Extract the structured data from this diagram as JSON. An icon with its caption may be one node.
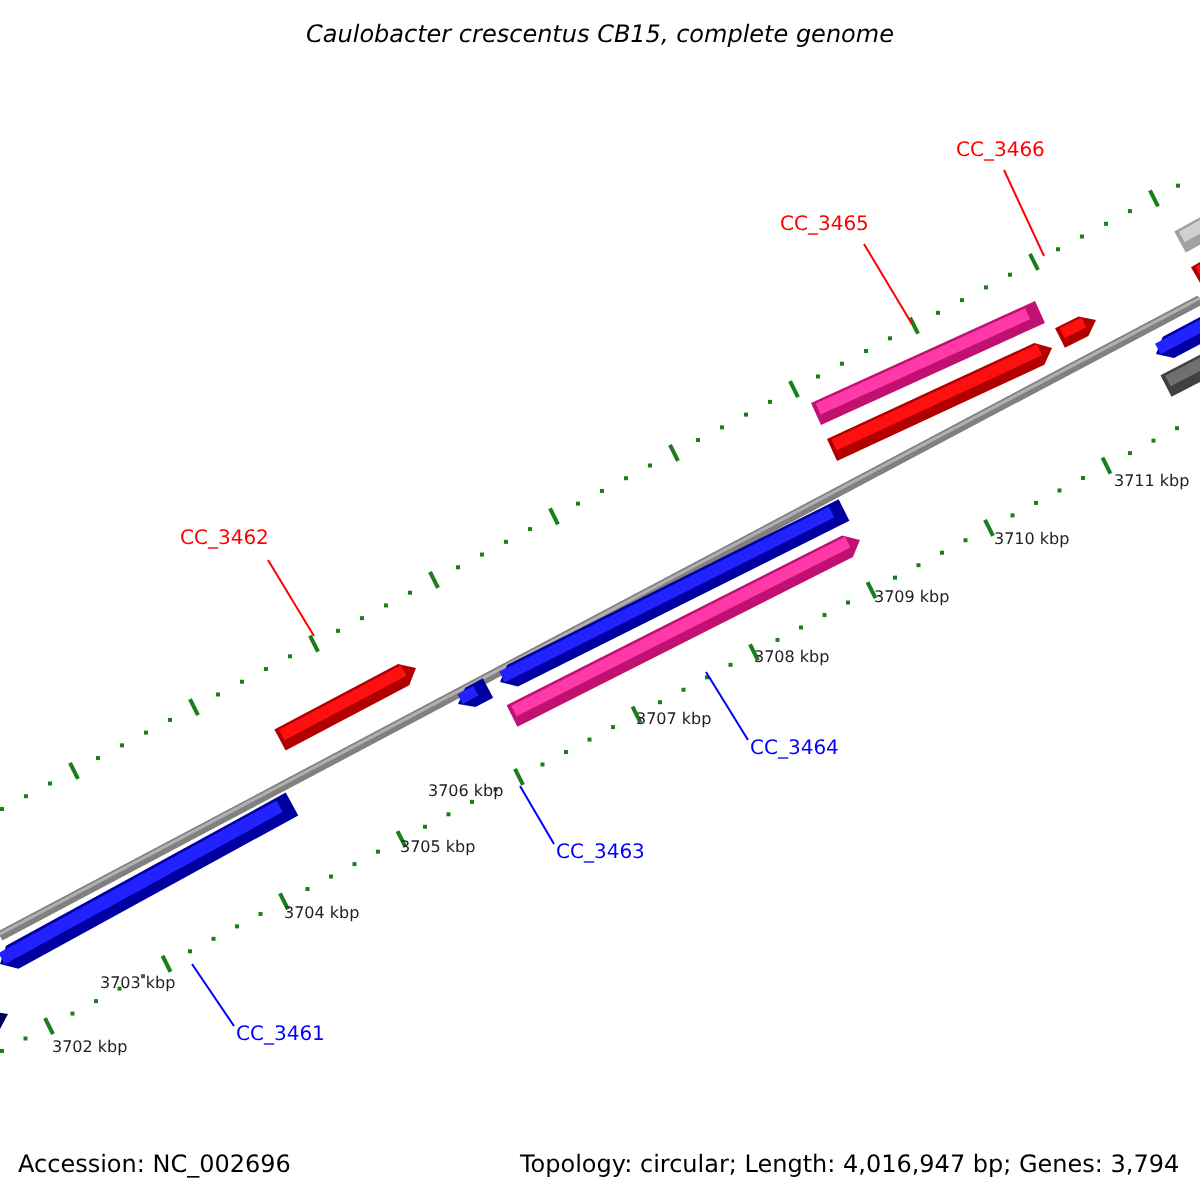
{
  "diagram": {
    "title": "Caulobacter crescentus CB15, complete genome",
    "nodes": [
      {
        "text": [
          "CC_3466"
        ]
      },
      {
        "text": [
          "CC_3465"
        ]
      },
      {
        "text": [
          "CC_3462"
        ]
      },
      {
        "text": [
          "CC_3464"
        ]
      },
      {
        "text": [
          "CC_3463"
        ]
      },
      {
        "text": [
          "CC_3461"
        ]
      }
    ],
    "edges": [
      {
        "from": 0,
        "to": null,
        "arrow": "none",
        "color": "#ff0000"
      },
      {
        "from": 1,
        "to": null,
        "arrow": "none",
        "color": "#ff0000"
      },
      {
        "from": 2,
        "to": null,
        "arrow": "none",
        "color": "#ff0000"
      },
      {
        "from": 3,
        "to": null,
        "arrow": "none",
        "color": "#0000ff"
      },
      {
        "from": 4,
        "to": null,
        "arrow": "none",
        "color": "#0000ff"
      },
      {
        "from": 5,
        "to": null,
        "arrow": "none",
        "color": "#0000ff"
      }
    ],
    "labels": [
      "3711 kbp",
      "3710 kbp",
      "3709 kbp",
      "3708 kbp",
      "3707 kbp",
      "3706 kbp",
      "3705 kbp",
      "3704 kbp",
      "3703 kbp",
      "3702 kbp",
      "Accession: NC_002696",
      "Topology: circular; Length: 4,016,947 bp; Genes: 3,794"
    ]
  }
}
